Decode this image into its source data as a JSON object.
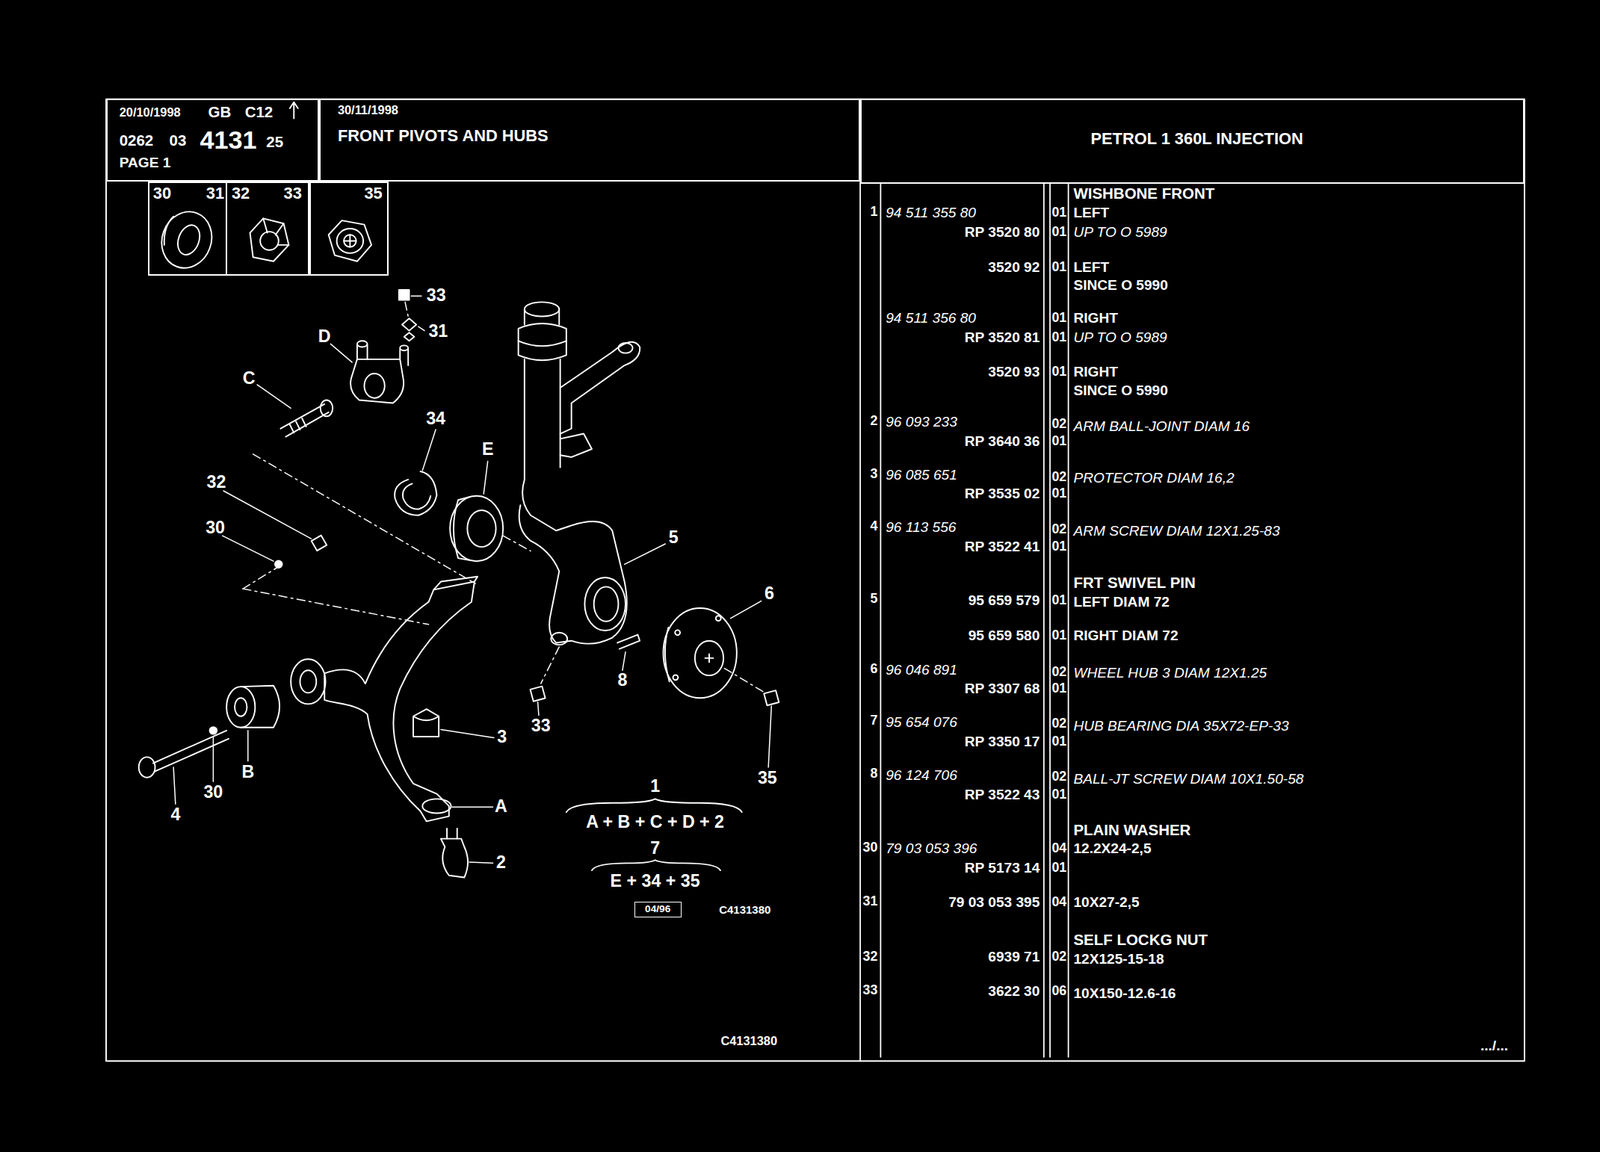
{
  "diagram": {
    "nodes": [
      {
        "text": [
          "20/10/1998",
          "GB",
          "C12",
          "0262",
          "03",
          "4131",
          "25",
          "PAGE 1"
        ]
      },
      {
        "text": [
          "30/11/1998",
          "FRONT PIVOTS AND HUBS"
        ]
      },
      {
        "text": [
          "PETROL 1 360L INJECTION"
        ]
      },
      {
        "text": [
          "30",
          "31"
        ]
      },
      {
        "text": [
          "32",
          "33"
        ]
      },
      {
        "text": [
          "35"
        ]
      },
      {
        "text": [
          "04/96"
        ]
      }
    ],
    "labels": [
      "33",
      "31",
      "D",
      "C",
      "34",
      "E",
      "32",
      "30",
      "5",
      "6",
      "8",
      "33",
      "3",
      "35",
      "A",
      "2",
      "B",
      "30",
      "4",
      "1",
      "A + B + C + D + 2",
      "7",
      "E + 34 + 35",
      "C4131380",
      "C4131380",
      "WISHBONE FRONT",
      "1",
      "94 511 355 80",
      "01",
      "LEFT",
      "RP 3520 80",
      "01",
      "UP TO O 5989",
      "3520 92",
      "01",
      "LEFT",
      "SINCE O 5990",
      "94 511 356 80",
      "01",
      "RIGHT",
      "RP 3520 81",
      "01",
      "UP TO O 5989",
      "3520 93",
      "01",
      "RIGHT",
      "SINCE O 5990",
      "2",
      "96 093 233",
      "02",
      "ARM BALL-JOINT DIAM 16",
      "RP 3640 36",
      "01",
      "3",
      "96 085 651",
      "02",
      "PROTECTOR DIAM 16,2",
      "RP 3535 02",
      "01",
      "4",
      "96 113 556",
      "02",
      "ARM SCREW DIAM 12X1.25-83",
      "RP 3522 41",
      "01",
      "FRT SWIVEL PIN",
      "5",
      "95 659 579",
      "01",
      "LEFT DIAM 72",
      "95 659 580",
      "01",
      "RIGHT DIAM 72",
      "6",
      "96 046 891",
      "02",
      "WHEEL HUB 3 DIAM 12X1.25",
      "RP 3307 68",
      "01",
      "7",
      "95 654 076",
      "02",
      "HUB BEARING DIA 35X72-EP-33",
      "RP 3350 17",
      "01",
      "8",
      "96 124 706",
      "02",
      "BALL-JT SCREW DIAM 10X1.50-58",
      "RP 3522 43",
      "01",
      "PLAIN WASHER",
      "30",
      "79 03 053 396",
      "04",
      "12.2X24-2,5",
      "RP 5173 14",
      "01",
      "31",
      "79 03 053 395",
      "04",
      "10X27-2,5",
      "SELF LOCKG NUT",
      "32",
      "6939 71",
      "02",
      "12X125-15-18",
      "33",
      "3622 30",
      "06",
      "10X150-12.6-16",
      ".../..."
    ]
  }
}
